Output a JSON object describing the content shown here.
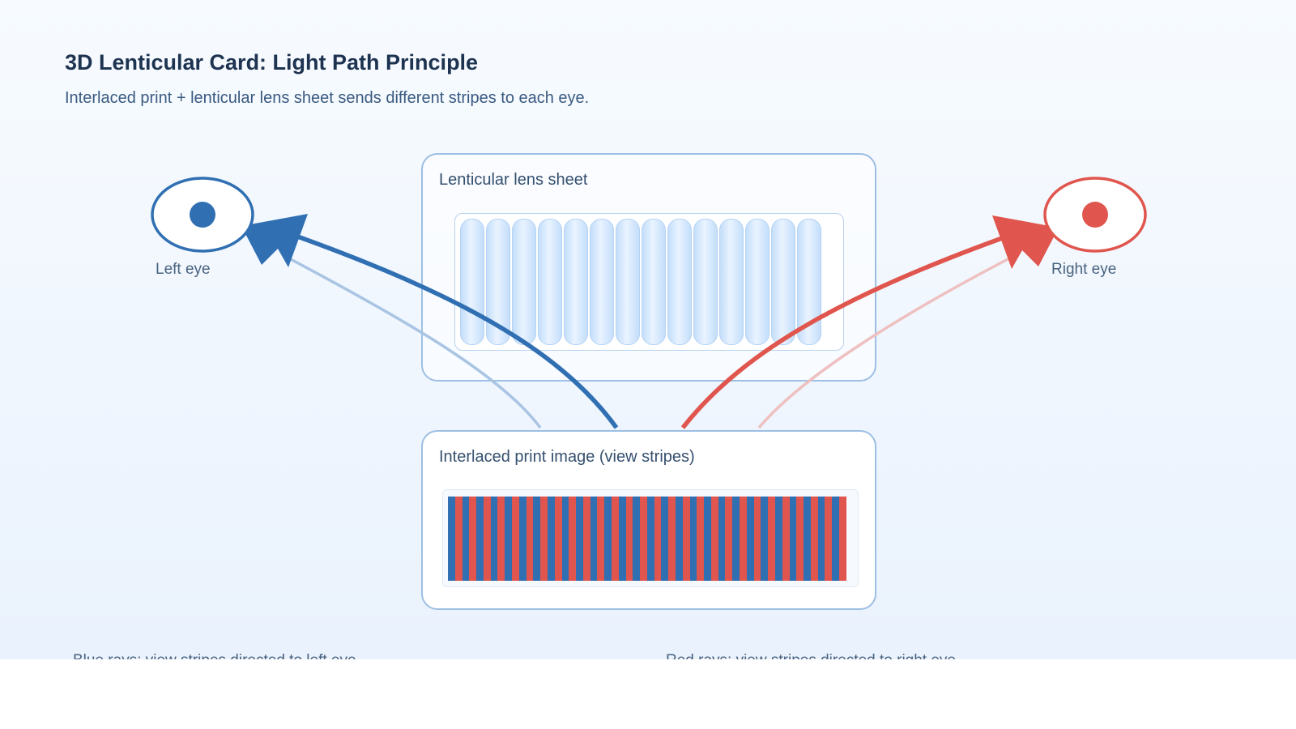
{
  "title": "3D Lenticular Card: Light Path Principle",
  "subtitle": "Interlaced print + lenticular lens sheet sends different stripes to each eye.",
  "lens_panel": {
    "label": "Lenticular lens sheet",
    "lenslet_count": 14
  },
  "print_panel": {
    "label": "Interlaced print image (view stripes)",
    "stripe_pairs": 28
  },
  "left_eye": {
    "label": "Left eye",
    "color": "#2f6fb2"
  },
  "right_eye": {
    "label": "Right eye",
    "color": "#e0554d"
  },
  "legend": {
    "left": "Blue rays: view stripes directed to left eye",
    "right": "Red rays: view stripes directed to right eye"
  },
  "colors": {
    "blue": "#2f6fb2",
    "red": "#e0554d",
    "blue_faint": "#a9c5e3",
    "red_faint": "#eec0c0",
    "panel_border": "#9dbfe3",
    "title": "#1d3350"
  }
}
